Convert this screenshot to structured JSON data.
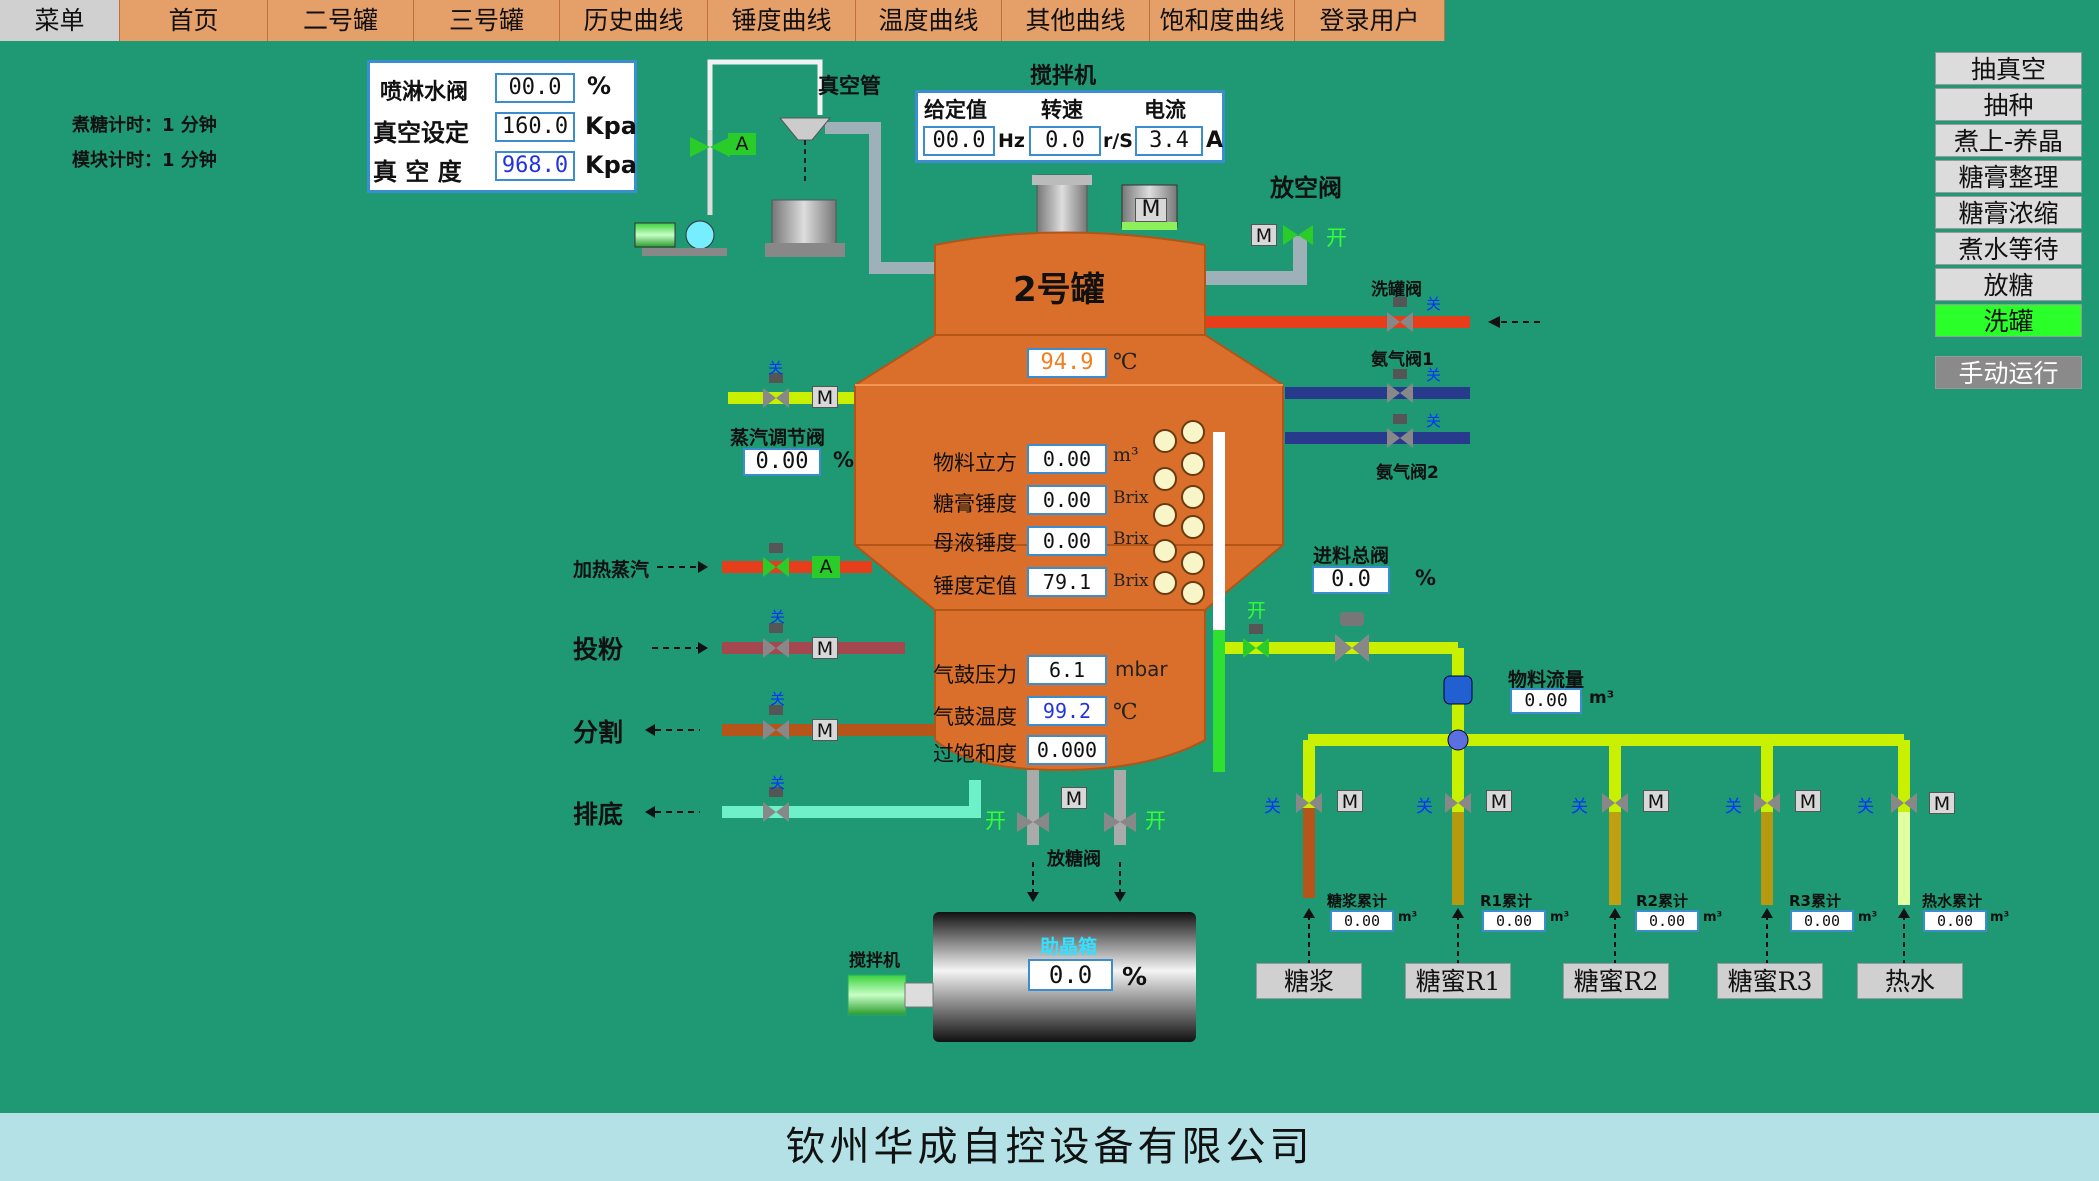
{
  "menu": [
    "菜单",
    "首页",
    "二号罐",
    "三号罐",
    "历史曲线",
    "锤度曲线",
    "温度曲线",
    "其他曲线",
    "饱和度曲线",
    "登录用户"
  ],
  "right_buttons": [
    "抽真空",
    "抽种",
    "煮上-养晶",
    "糖膏整理",
    "糖膏浓缩",
    "煮水等待",
    "放糖",
    "洗罐"
  ],
  "right_active": "洗罐",
  "manual_button": "手动运行",
  "timers": {
    "boil": "煮糖计时：1 分钟",
    "module": "模块计时：1 分钟"
  },
  "vacuum_panel": {
    "spray_label": "喷淋水阀",
    "spray_value": "00.0",
    "spray_unit": "%",
    "setpoint_label": "真空设定",
    "setpoint_value": "160.0",
    "setpoint_unit": "Kpa",
    "vacuum_label": "真 空 度",
    "vacuum_value": "968.0",
    "vacuum_unit": "Kpa"
  },
  "vacuum_pipe_label": "真空管",
  "valve_a": "A",
  "mixer": {
    "title": "搅拌机",
    "given_label": "给定值",
    "speed_label": "转速",
    "current_label": "电流",
    "given_value": "00.0",
    "given_unit": "Hz",
    "speed_value": "0.0",
    "speed_unit": "r/S",
    "current_value": "3.4",
    "current_unit": "A",
    "motor": "M"
  },
  "vent_valve": {
    "label": "放空阀",
    "state": "开",
    "mode": "M"
  },
  "tank": {
    "name": "2号罐",
    "temp_value": "94.9",
    "temp_unit": "℃",
    "rows": [
      {
        "label": "物料立方",
        "value": "0.00",
        "unit": "m³"
      },
      {
        "label": "糖膏锤度",
        "value": "0.00",
        "unit": "Brix"
      },
      {
        "label": "母液锤度",
        "value": "0.00",
        "unit": "Brix"
      },
      {
        "label": "锤度定值",
        "value": "79.1",
        "unit": "Brix"
      }
    ],
    "drum_pressure_label": "气鼓压力",
    "drum_pressure_value": "6.1",
    "drum_pressure_unit": "mbar",
    "drum_temp_label": "气鼓温度",
    "drum_temp_value": "99.2",
    "drum_temp_unit": "℃",
    "supersat_label": "过饱和度",
    "supersat_value": "0.000"
  },
  "left_lines": {
    "steam_valve_label": "蒸汽调节阀",
    "steam_valve_value": "0.00",
    "steam_valve_unit": "%",
    "heat_steam": "加热蒸汽",
    "powder": "投粉",
    "split": "分割",
    "drain": "排底"
  },
  "right_lines": {
    "wash_valve": "洗罐阀",
    "ammonia1": "氨气阀1",
    "ammonia2": "氨气阀2",
    "feed_valve_label": "进料总阀",
    "feed_valve_value": "0.0",
    "feed_valve_unit": "%",
    "flow_label": "物料流量",
    "flow_value": "0.00",
    "flow_unit": "m³"
  },
  "close": "关",
  "open": "开",
  "m": "M",
  "discharge_valve": "放糖阀",
  "crystal_box": {
    "label": "助晶箱",
    "value": "0.0",
    "unit": "%",
    "mixer_label": "搅拌机"
  },
  "feeds": [
    {
      "acc_label": "糖浆累计",
      "value": "0.00",
      "unit": "m³",
      "source": "糖浆"
    },
    {
      "acc_label": "R1累计",
      "value": "0.00",
      "unit": "m³",
      "source": "糖蜜R1"
    },
    {
      "acc_label": "R2累计",
      "value": "0.00",
      "unit": "m³",
      "source": "糖蜜R2"
    },
    {
      "acc_label": "R3累计",
      "value": "0.00",
      "unit": "m³",
      "source": "糖蜜R3"
    },
    {
      "acc_label": "热水累计",
      "value": "0.00",
      "unit": "m³",
      "source": "热水"
    }
  ],
  "footer": "钦州华成自控设备有限公司",
  "colors": {
    "background": "#1e9974",
    "menu": "#e5a06a",
    "tank": "#d96f2a",
    "active": "#2aff2a"
  }
}
